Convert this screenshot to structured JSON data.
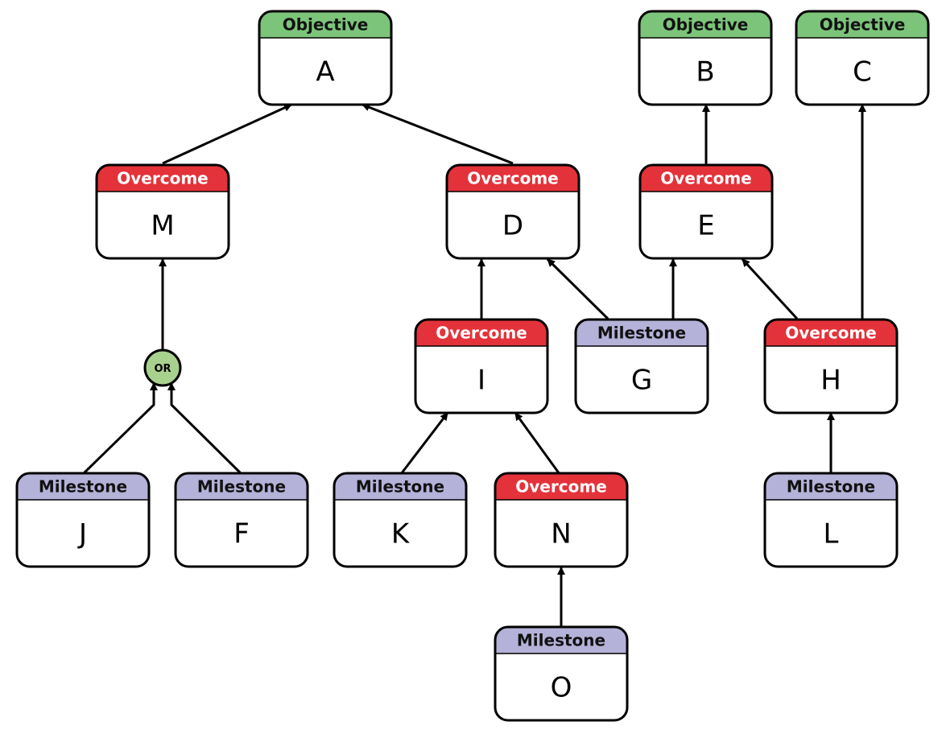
{
  "kinds": {
    "objective": {
      "title": "Objective",
      "color": "#7cc47a",
      "text_color": "#111111"
    },
    "overcome": {
      "title": "Overcome",
      "color": "#e4323a",
      "text_color": "#ffffff"
    },
    "milestone": {
      "title": "Milestone",
      "color": "#b5b2d9",
      "text_color": "#111111"
    }
  },
  "gate": {
    "label": "OR",
    "color": "#a9d18e"
  },
  "nodes": [
    {
      "id": "A",
      "kind": "objective",
      "label": "A"
    },
    {
      "id": "B",
      "kind": "objective",
      "label": "B"
    },
    {
      "id": "C",
      "kind": "objective",
      "label": "C"
    },
    {
      "id": "M",
      "kind": "overcome",
      "label": "M"
    },
    {
      "id": "D",
      "kind": "overcome",
      "label": "D"
    },
    {
      "id": "E",
      "kind": "overcome",
      "label": "E"
    },
    {
      "id": "I",
      "kind": "overcome",
      "label": "I"
    },
    {
      "id": "G",
      "kind": "milestone",
      "label": "G"
    },
    {
      "id": "H",
      "kind": "overcome",
      "label": "H"
    },
    {
      "id": "J",
      "kind": "milestone",
      "label": "J"
    },
    {
      "id": "F",
      "kind": "milestone",
      "label": "F"
    },
    {
      "id": "K",
      "kind": "milestone",
      "label": "K"
    },
    {
      "id": "N",
      "kind": "overcome",
      "label": "N"
    },
    {
      "id": "L",
      "kind": "milestone",
      "label": "L"
    },
    {
      "id": "O",
      "kind": "milestone",
      "label": "O"
    }
  ],
  "edges": [
    {
      "from": "M",
      "to": "A"
    },
    {
      "from": "D",
      "to": "A"
    },
    {
      "from": "E",
      "to": "B"
    },
    {
      "from": "H",
      "to": "C"
    },
    {
      "from": "OR",
      "to": "M"
    },
    {
      "from": "J",
      "to": "OR"
    },
    {
      "from": "F",
      "to": "OR"
    },
    {
      "from": "I",
      "to": "D"
    },
    {
      "from": "G",
      "to": "D"
    },
    {
      "from": "G",
      "to": "E"
    },
    {
      "from": "H",
      "to": "E"
    },
    {
      "from": "K",
      "to": "I"
    },
    {
      "from": "N",
      "to": "I"
    },
    {
      "from": "O",
      "to": "N"
    },
    {
      "from": "L",
      "to": "H"
    }
  ]
}
